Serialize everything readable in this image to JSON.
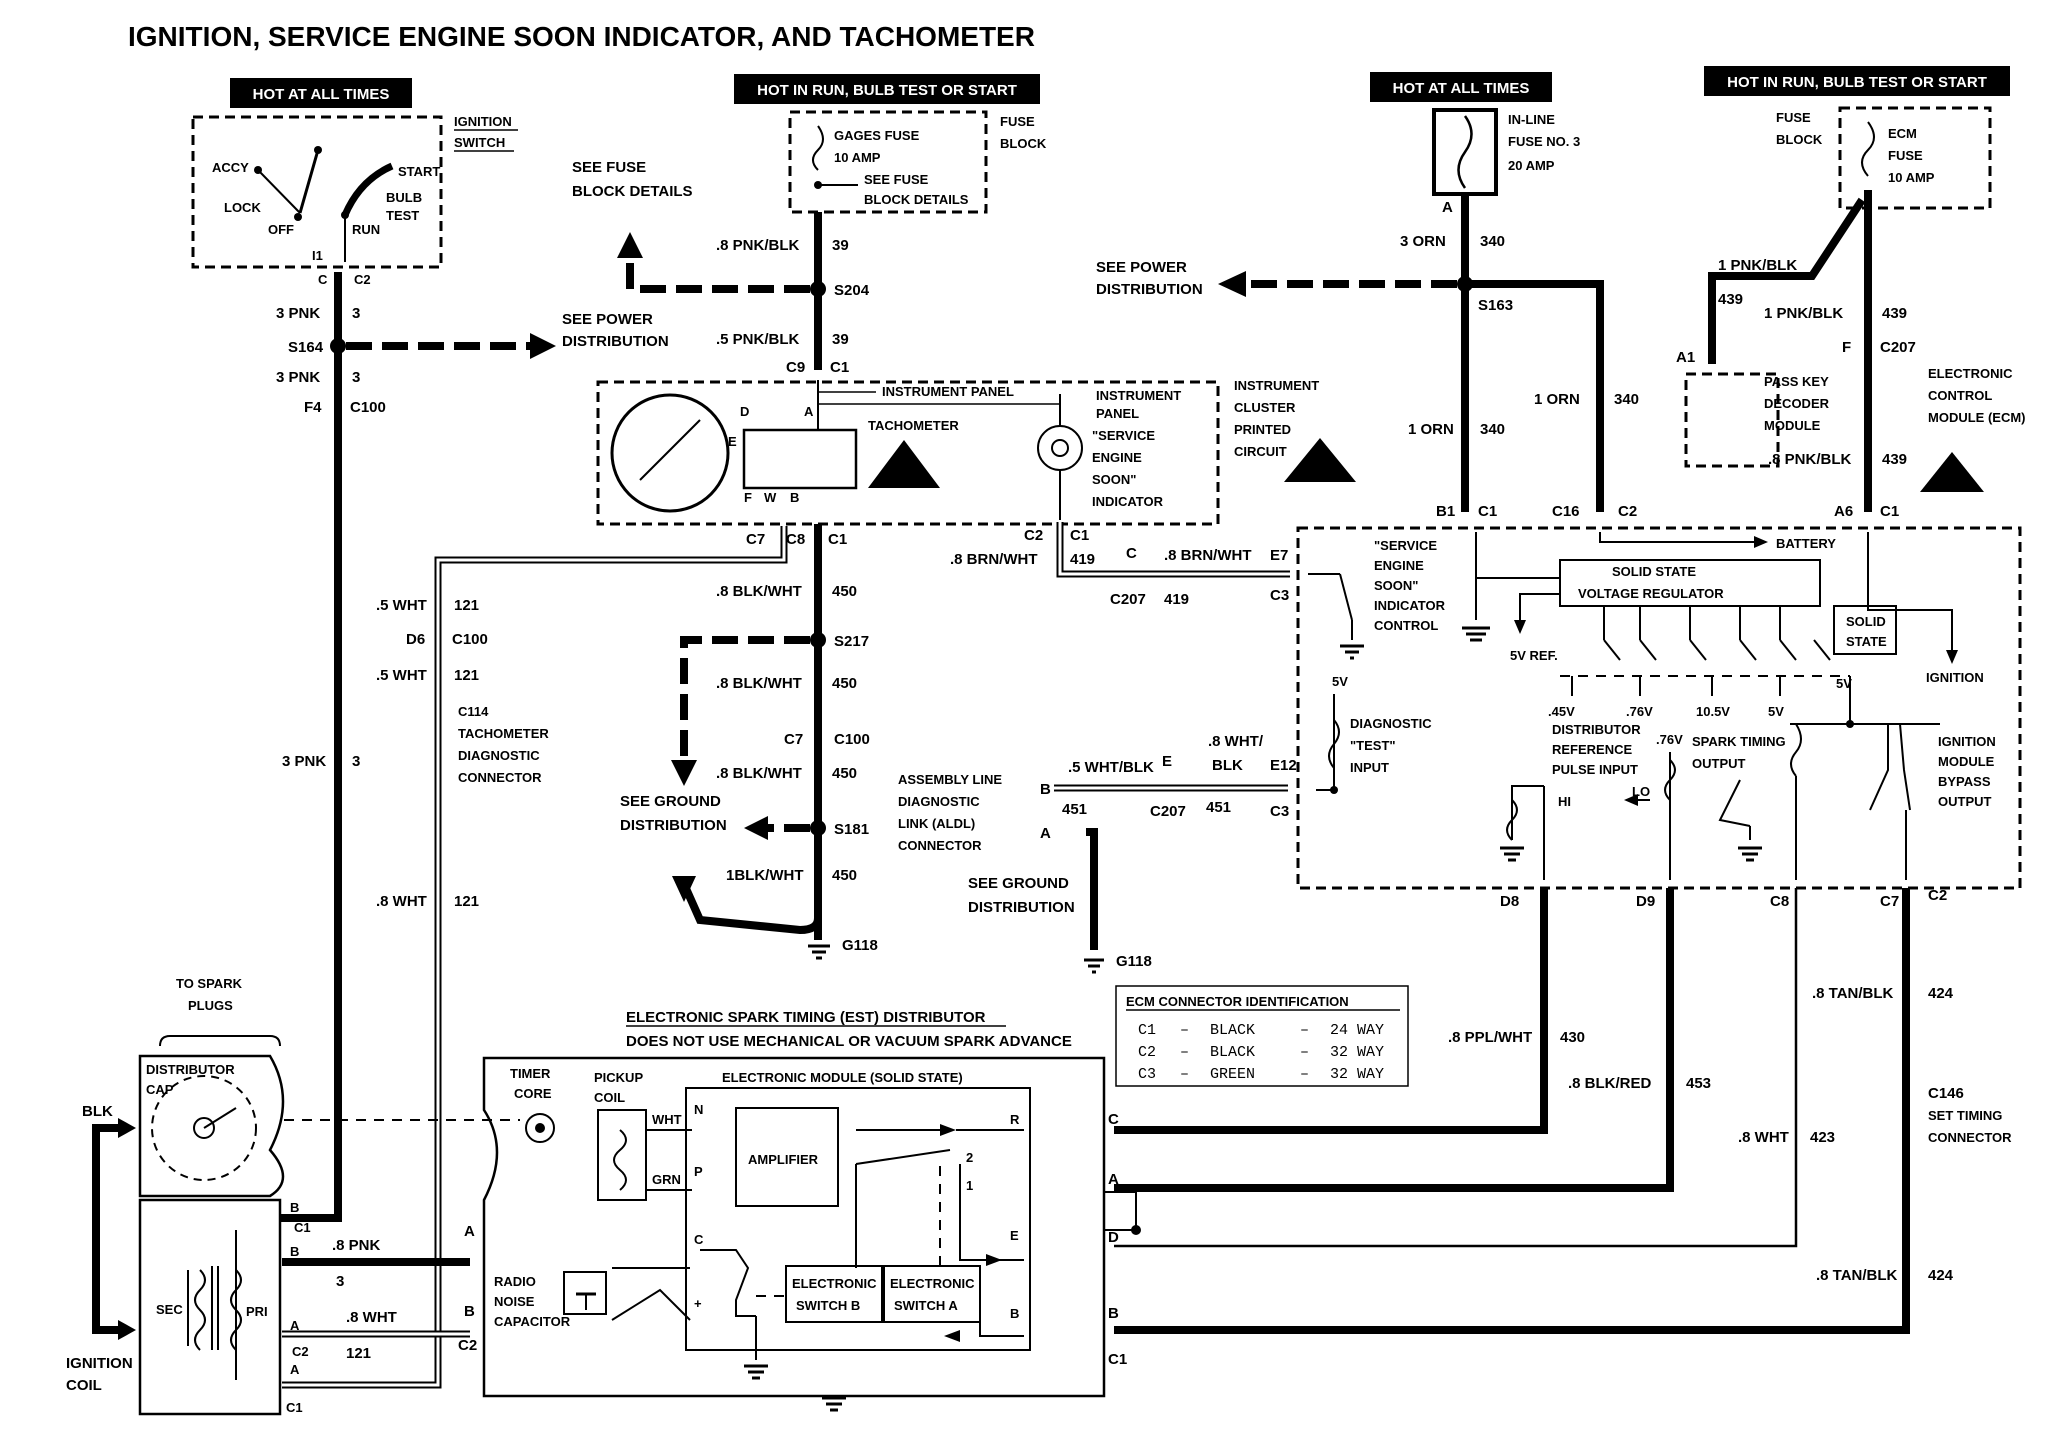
{
  "title": "IGNITION, SERVICE ENGINE SOON INDICATOR, AND TACHOMETER",
  "banners": {
    "hot_all_left": "HOT AT ALL TIMES",
    "hot_run_mid": "HOT IN RUN, BULB TEST OR START",
    "hot_all_right": "HOT AT ALL TIMES",
    "hot_run_right": "HOT IN RUN, BULB TEST OR START"
  },
  "ignition_switch": {
    "name": [
      "IGNITION",
      "SWITCH"
    ],
    "positions": [
      "ACCY",
      "LOCK",
      "OFF",
      "RUN",
      "START",
      "BULB",
      "TEST"
    ],
    "terminal": "I1",
    "conn_c": "C",
    "conn_c2": "C2"
  },
  "gages_fuse": {
    "name": "GAGES FUSE",
    "rating": "10 AMP",
    "see": [
      "SEE FUSE",
      "BLOCK DETAILS"
    ],
    "block": [
      "FUSE",
      "BLOCK"
    ],
    "see_left": [
      "SEE FUSE",
      "BLOCK DETAILS"
    ]
  },
  "inline_fuse": {
    "name": [
      "IN-LINE",
      "FUSE NO. 3"
    ],
    "rating": "20 AMP",
    "term": "A"
  },
  "ecm_fuse": {
    "block": [
      "FUSE",
      "BLOCK"
    ],
    "name": [
      "ECM",
      "FUSE"
    ],
    "rating": "10 AMP"
  },
  "wires": {
    "w3pnk_a": "3 PNK",
    "c3_a": "3",
    "s164": "S164",
    "w3pnk_b": "3 PNK",
    "c3_b": "3",
    "f4": "F4",
    "c100_a": "C100",
    "see_power_left": [
      "SEE POWER",
      "DISTRIBUTION"
    ],
    "w8pnkblk": ".8 PNK/BLK",
    "c39_a": "39",
    "s204": "S204",
    "w5pnkblk": ".5 PNK/BLK",
    "c39_b": "39",
    "c9": "C9",
    "c1_a": "C1",
    "w3orn": "3 ORN",
    "c340_a": "340",
    "s163": "S163",
    "see_power_right": [
      "SEE POWER",
      "DISTRIBUTION"
    ],
    "w1orn_a": "1 ORN",
    "c340_b": "340",
    "w1orn_b": "1 ORN",
    "c340_c": "340",
    "b1": "B1",
    "c1_b": "C1",
    "c16": "C16",
    "c2_a": "C2",
    "w1pnkblk_a": "1 PNK/BLK",
    "c439_a": "439",
    "w1pnkblk_b": "1 PNK/BLK",
    "c439_b": "439",
    "a1": "A1",
    "f": "F",
    "c207_a": "C207",
    "w8pnkblk_b": ".8 PNK/BLK",
    "c439_c": "439",
    "a6": "A6",
    "c1_c": "C1",
    "c7": "C7",
    "c8": "C8",
    "c1_d": "C1",
    "w5wht_a": ".5 WHT",
    "c121_a": "121",
    "d6": "D6",
    "c100_b": "C100",
    "w5wht_b": ".5 WHT",
    "c121_b": "121",
    "w8wht_a": ".8 WHT",
    "c121_c": "121",
    "w8blkwht_a": ".8 BLK/WHT",
    "c450_a": "450",
    "s217": "S217",
    "w8blkwht_b": ".8 BLK/WHT",
    "c450_b": "450",
    "c7b": "C7",
    "c100_c": "C100",
    "w8blkwht_c": ".8 BLK/WHT",
    "c450_c": "450",
    "s181": "S181",
    "w1blkwht": "1BLK/WHT",
    "c450_d": "450",
    "g118_a": "G118",
    "see_ground_a": [
      "SEE GROUND",
      "DISTRIBUTION"
    ],
    "c2_b": "C2",
    "c1_e": "C1",
    "w8brnwht_a": ".8 BRN/WHT",
    "c419_a": "419",
    "c_b": "C",
    "c207_b": "C207",
    "c419_b": "419",
    "w8brnwht_b": ".8 BRN/WHT",
    "e7": "E7",
    "c3_c": "C3",
    "w5whtblk": ".5 WHT/BLK",
    "e": "E",
    "w8wht_blk": [
      ".8 WHT/",
      "BLK"
    ],
    "b_aldl": "B",
    "c451_a": "451",
    "c207_c": "C207",
    "c451_b": "451",
    "e12": "E12",
    "c3_d": "C3",
    "a_aldl": "A",
    "see_ground_b": [
      "SEE GROUND",
      "DISTRIBUTION"
    ],
    "g118_b": "G118",
    "w3pnk_c": "3 PNK",
    "c3_e": "3",
    "w8wht_b": ".8 WHT",
    "c121_d": "121",
    "d8": "D8",
    "d9": "D9",
    "c8b": "C8",
    "c7c": "C7",
    "c2_c": "C2",
    "w8pplwht": ".8 PPL/WHT",
    "c430": "430",
    "w8blkred": ".8 BLK/RED",
    "c453": "453",
    "w8wht_c": ".8 WHT",
    "c423": "423",
    "w8tanblk_a": ".8 TAN/BLK",
    "c424_a": "424",
    "w8tanblk_b": ".8 TAN/BLK",
    "c424_b": "424",
    "c146": "C146",
    "set_timing": [
      "SET TIMING",
      "CONNECTOR"
    ],
    "blk": "BLK",
    "w8pnk_c": ".8 PNK",
    "c3_f": "3",
    "w8wht_d": ".8 WHT",
    "c121_e": "121"
  },
  "cluster": {
    "instrument_panel_a": "INSTRUMENT PANEL",
    "instrument_panel_b": [
      "INSTRUMENT",
      "PANEL"
    ],
    "tachometer": "TACHOMETER",
    "ses": [
      "\"SERVICE",
      "ENGINE",
      "SOON\"",
      "INDICATOR"
    ],
    "printed": [
      "INSTRUMENT",
      "CLUSTER",
      "PRINTED",
      "CIRCUIT"
    ],
    "pins": [
      "D",
      "A",
      "E",
      "F",
      "W",
      "B"
    ]
  },
  "tach_diag": [
    "C114",
    "TACHOMETER",
    "DIAGNOSTIC",
    "CONNECTOR"
  ],
  "aldl": [
    "ASSEMBLY LINE",
    "DIAGNOSTIC",
    "LINK (ALDL)",
    "CONNECTOR"
  ],
  "pass_key": [
    "PASS KEY",
    "DECODER",
    "MODULE"
  ],
  "ecm": {
    "name": [
      "ELECTRONIC",
      "CONTROL",
      "MODULE (ECM)"
    ],
    "battery": "BATTERY",
    "ses_ctl": [
      "\"SERVICE",
      "ENGINE",
      "SOON\"",
      "INDICATOR",
      "CONTROL"
    ],
    "regulator": [
      "SOLID STATE",
      "VOLTAGE REGULATOR"
    ],
    "solid_state": [
      "SOLID",
      "STATE"
    ],
    "ignition": "IGNITION",
    "ref5v": "5V REF.",
    "v5a": "5V",
    "diag": [
      "DIAGNOSTIC",
      "\"TEST\"",
      "INPUT"
    ],
    "v45": ".45V",
    "v76a": ".76V",
    "v105": "10.5V",
    "v5b": "5V",
    "v5c": "5V",
    "drp": [
      "DISTRIBUTOR",
      "REFERENCE",
      "PULSE INPUT"
    ],
    "v76b": ".76V",
    "hi": "HI",
    "lo": "LO",
    "spark": [
      "SPARK TIMING",
      "OUTPUT"
    ],
    "bypass": [
      "IGNITION",
      "MODULE",
      "BYPASS",
      "OUTPUT"
    ]
  },
  "ecm_id": {
    "title": "ECM CONNECTOR IDENTIFICATION",
    "rows": [
      {
        "c": "C1",
        "color": "BLACK",
        "way": "24 WAY"
      },
      {
        "c": "C2",
        "color": "BLACK",
        "way": "32 WAY"
      },
      {
        "c": "C3",
        "color": "GREEN",
        "way": "32 WAY"
      }
    ],
    "dash": "–"
  },
  "est": {
    "title": "ELECTRONIC SPARK TIMING (EST) DISTRIBUTOR",
    "subtitle": "DOES NOT USE MECHANICAL OR VACUUM SPARK ADVANCE",
    "timer_core": [
      "TIMER",
      "CORE"
    ],
    "pickup": [
      "PICKUP",
      "COIL"
    ],
    "module": "ELECTRONIC MODULE (SOLID STATE)",
    "amplifier": "AMPLIFIER",
    "wht": "WHT",
    "grn": "GRN",
    "n": "N",
    "p": "P",
    "c": "C",
    "plus": "+",
    "r": "R",
    "e": "E",
    "b": "B",
    "two": "2",
    "one": "1",
    "switch_b": [
      "ELECTRONIC",
      "SWITCH B"
    ],
    "switch_a": [
      "ELECTRONIC",
      "SWITCH A"
    ],
    "radio": [
      "RADIO",
      "NOISE",
      "CAPACITOR"
    ],
    "a_left": "A",
    "b_left": "B",
    "c2": "C2",
    "c_right": "C",
    "a_right": "A",
    "d_right": "D",
    "b_right": "B",
    "c1": "C1"
  },
  "spark": {
    "plugs": [
      "TO SPARK",
      "PLUGS"
    ],
    "cap": [
      "DISTRIBUTOR",
      "CAP"
    ]
  },
  "coil": {
    "name": [
      "IGNITION",
      "COIL"
    ],
    "sec": "SEC",
    "pri": "PRI",
    "b1": "B",
    "c1a": "C1",
    "b2": "B",
    "a1": "A",
    "c2": "C2",
    "a2": "A",
    "c1b": "C1"
  }
}
